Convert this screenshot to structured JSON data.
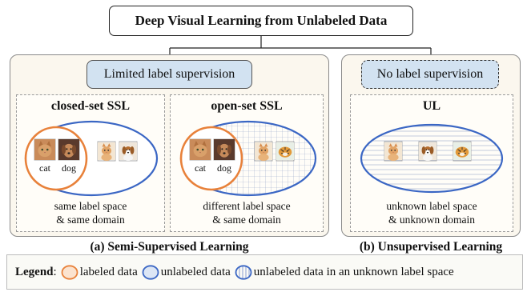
{
  "title": "Deep Visual Learning from Unlabeled Data",
  "semi": {
    "supervision_label": "Limited label supervision",
    "caption": "(a) Semi-Supervised Learning",
    "closed_set": {
      "title": "closed-set SSL",
      "labeled_images": [
        "cat",
        "dog"
      ],
      "unlabeled_images": [
        "cat-icon",
        "dog-icon"
      ],
      "caption_line1": "same label space",
      "caption_line2": "& same domain"
    },
    "open_set": {
      "title": "open-set SSL",
      "labeled_images": [
        "cat",
        "dog"
      ],
      "unlabeled_images": [
        "cat-icon",
        "tiger-icon"
      ],
      "caption_line1": "different label space",
      "caption_line2": "& same domain"
    }
  },
  "unsupervised": {
    "supervision_label": "No label supervision",
    "caption": "(b) Unsupervised Learning",
    "ul": {
      "title": "UL",
      "unlabeled_images": [
        "cat-icon",
        "dog-icon",
        "tiger-icon"
      ],
      "caption_line1": "unknown label space",
      "caption_line2": "& unknown domain"
    }
  },
  "legend": {
    "prefix": "Legend",
    "items": [
      {
        "label": "labeled data",
        "style": "orange-ring"
      },
      {
        "label": "unlabeled data",
        "style": "blue-ring"
      },
      {
        "label": "unlabeled data in an unknown label space",
        "style": "blue-ring-hatched"
      }
    ]
  },
  "colors": {
    "labeled_ring": "#e8813a",
    "unlabeled_ring": "#3a66c4",
    "pill_fill": "#d2e2f1",
    "panel_fill": "#fbf7ee"
  }
}
